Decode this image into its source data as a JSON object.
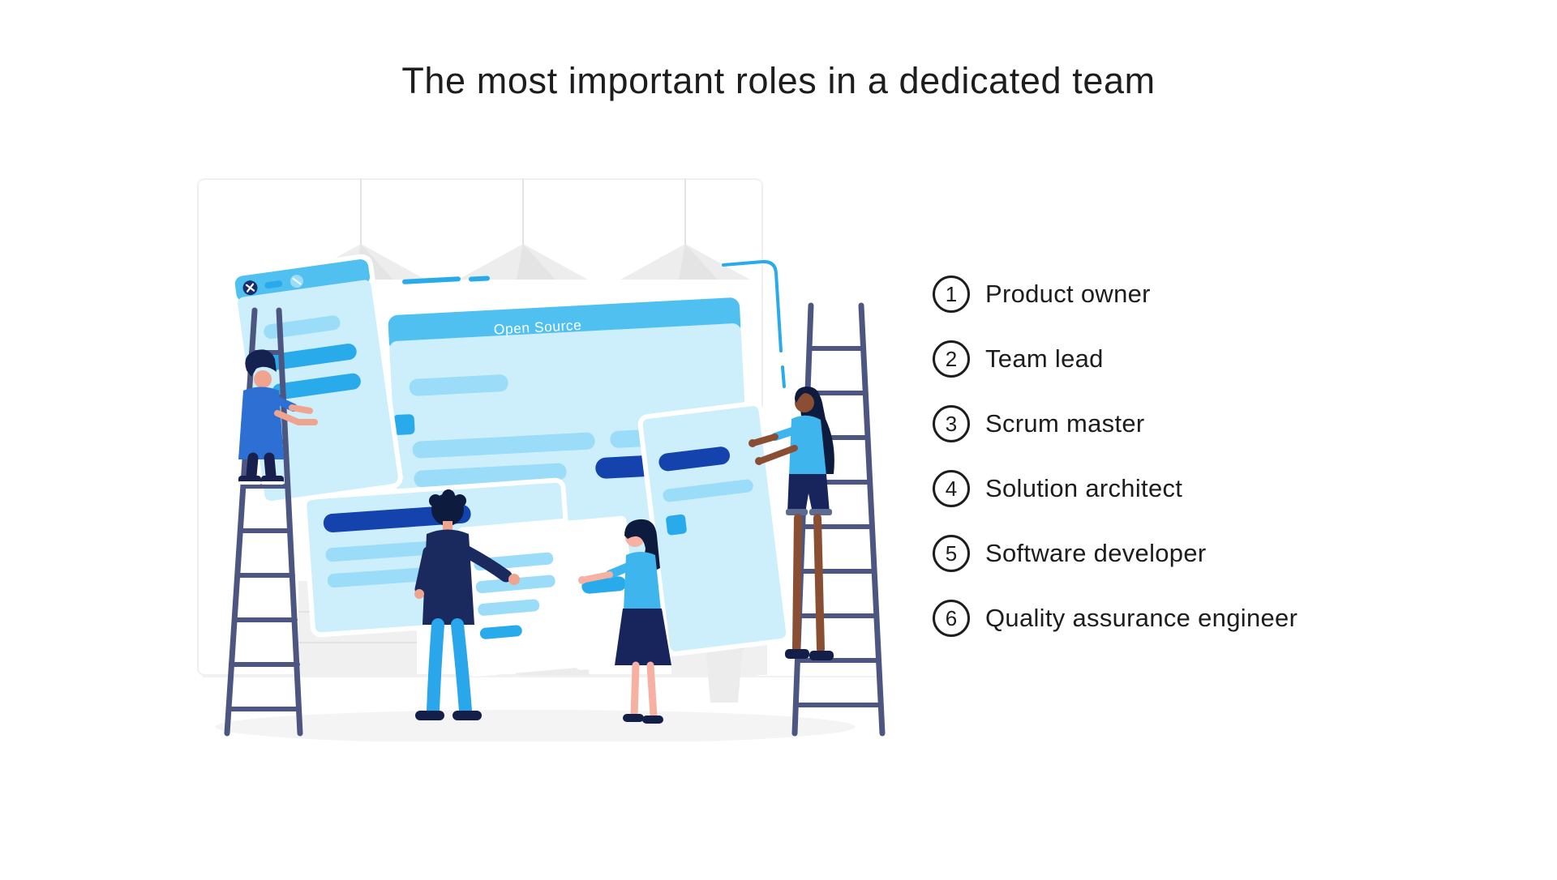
{
  "page": {
    "title": "The most important roles in a dedicated team",
    "background_color": "#ffffff",
    "text_color": "#1d1d1f"
  },
  "roles": {
    "items": [
      {
        "number": "1",
        "label": "Product owner"
      },
      {
        "number": "2",
        "label": "Team lead"
      },
      {
        "number": "3",
        "label": "Scrum master"
      },
      {
        "number": "4",
        "label": "Solution architect"
      },
      {
        "number": "5",
        "label": "Software developer"
      },
      {
        "number": "6",
        "label": "Quality assurance engineer"
      }
    ]
  },
  "illustration": {
    "description": "Four team members on ladders and standing, assembling large browser windows",
    "browser_window": {
      "title": "Open Source",
      "controls": [
        "close",
        "minimize",
        "refresh"
      ]
    },
    "colors": {
      "header_blue": "#4fc0f0",
      "bright_blue": "#29abeb",
      "panel_blue": "#cdeefb",
      "bar_blue": "#9bdcf8",
      "navy_bar": "#1443ad",
      "navy_ink": "#1b2a5e",
      "royal_blue": "#2d6fd3",
      "sky_shirt": "#3fb5ee",
      "ladder_gray": "#4c5680",
      "skin_light": "#efa48f",
      "skin_pink": "#f6b1a2",
      "skin_brown": "#8a4f33",
      "furniture_gray": "#efefef",
      "shadow_gray": "#f4f4f4"
    }
  }
}
